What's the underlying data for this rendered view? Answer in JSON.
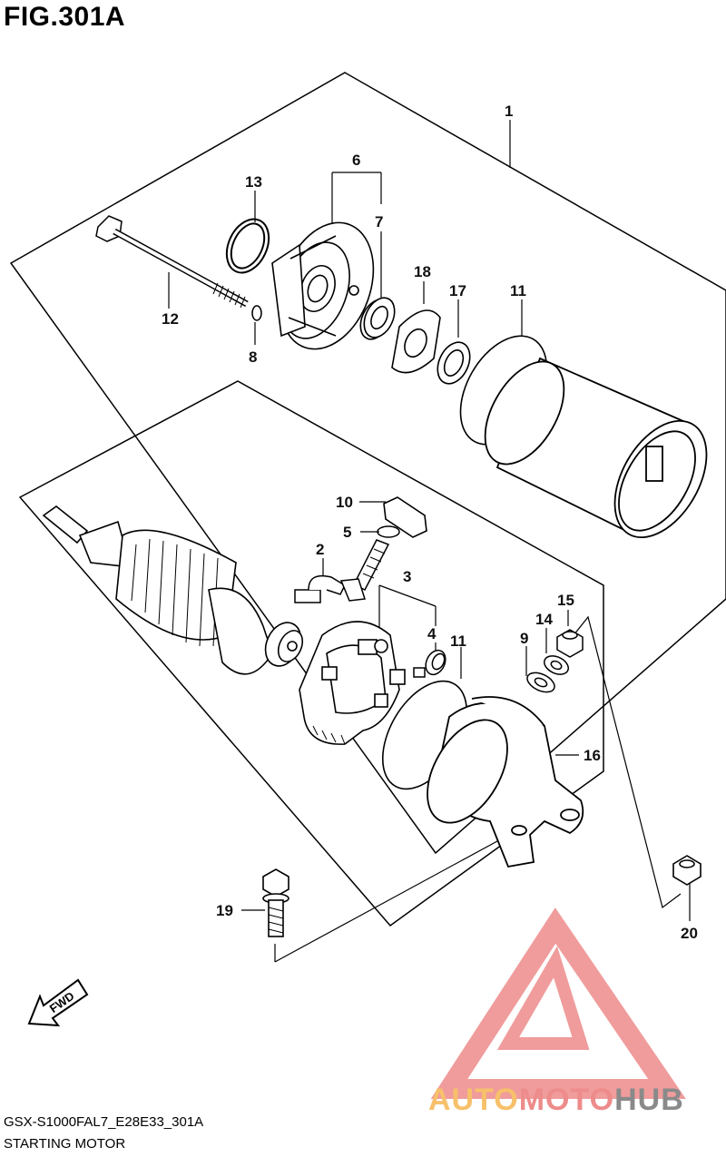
{
  "figure": {
    "title": "FIG.301A"
  },
  "callouts": [
    {
      "id": "c1",
      "label": "1"
    },
    {
      "id": "c2",
      "label": "2"
    },
    {
      "id": "c3",
      "label": "3"
    },
    {
      "id": "c4",
      "label": "4"
    },
    {
      "id": "c5",
      "label": "5"
    },
    {
      "id": "c6",
      "label": "6"
    },
    {
      "id": "c7",
      "label": "7"
    },
    {
      "id": "c8",
      "label": "8"
    },
    {
      "id": "c9",
      "label": "9"
    },
    {
      "id": "c10",
      "label": "10"
    },
    {
      "id": "c11a",
      "label": "11"
    },
    {
      "id": "c11b",
      "label": "11"
    },
    {
      "id": "c12",
      "label": "12"
    },
    {
      "id": "c13",
      "label": "13"
    },
    {
      "id": "c14",
      "label": "14"
    },
    {
      "id": "c15",
      "label": "15"
    },
    {
      "id": "c16",
      "label": "16"
    },
    {
      "id": "c17",
      "label": "17"
    },
    {
      "id": "c18",
      "label": "18"
    },
    {
      "id": "c19",
      "label": "19"
    },
    {
      "id": "c20",
      "label": "20"
    }
  ],
  "fwd_label": "FWD",
  "footer": {
    "model_code": "GSX-S1000FAL7_E28E33_301A",
    "title": "STARTING MOTOR"
  },
  "watermark": {
    "text_part1": "AUTO",
    "text_part2": "MOTO",
    "text_part3": "HUB",
    "colors": {
      "auto": "#f7c06a",
      "moto": "#ee8b8b",
      "hub": "#8a8a8a",
      "triangle": "#ee8b8b"
    }
  }
}
